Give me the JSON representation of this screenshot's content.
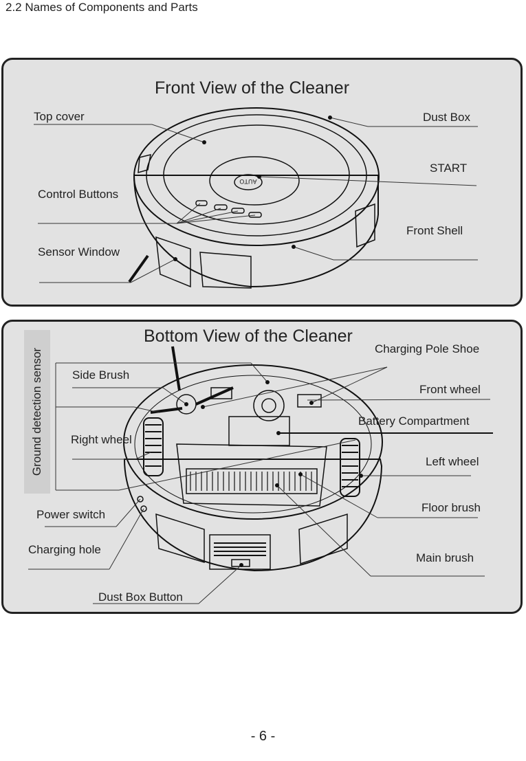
{
  "section_title": "2.2 Names of Components and Parts",
  "front_view": {
    "title": "Front View of the Cleaner",
    "labels": {
      "top_cover": "Top cover",
      "dust_box": "Dust Box",
      "start": "START",
      "control_buttons": "Control Buttons",
      "front_shell": "Front Shell",
      "sensor_window": "Sensor Window"
    },
    "button_text": "AUTO"
  },
  "bottom_view": {
    "title": "Bottom View of the Cleaner",
    "labels": {
      "ground_detection_sensor": "Ground detection sensor",
      "side_brush": "Side Brush",
      "charging_pole_shoe": "Charging Pole Shoe",
      "front_wheel": "Front wheel",
      "battery_compartment": "Battery Compartment",
      "right_wheel": "Right wheel",
      "left_wheel": "Left wheel",
      "floor_brush": "Floor brush",
      "power_switch": "Power switch",
      "charging_hole": "Charging hole",
      "main_brush": "Main brush",
      "dust_box_button": "Dust Box Button"
    }
  },
  "page_number": "- 6 -"
}
